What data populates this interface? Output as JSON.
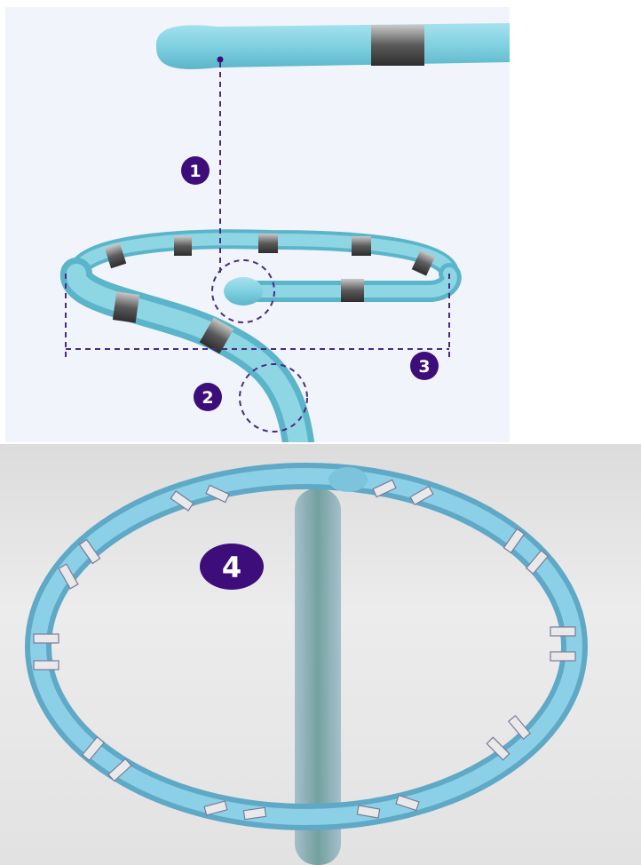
{
  "top_panel": {
    "background": "#f1f4fb",
    "catheter_color": "#7fd0e0",
    "catheter_shade": "#5fb8cc",
    "electrode_color": "#6b6b6b",
    "guide_color": "#4a2a85",
    "badges": [
      {
        "label": "1",
        "color": "#3d0d7a"
      },
      {
        "label": "2",
        "color": "#3d0d7a"
      },
      {
        "label": "3",
        "color": "#3d0d7a"
      }
    ]
  },
  "bottom_panel": {
    "background": "#e7e7e7",
    "loop_color": "#7cc4dc",
    "electrode_color": "#d8d8d8",
    "badge": {
      "label": "4",
      "color": "#3d0d7a"
    }
  }
}
